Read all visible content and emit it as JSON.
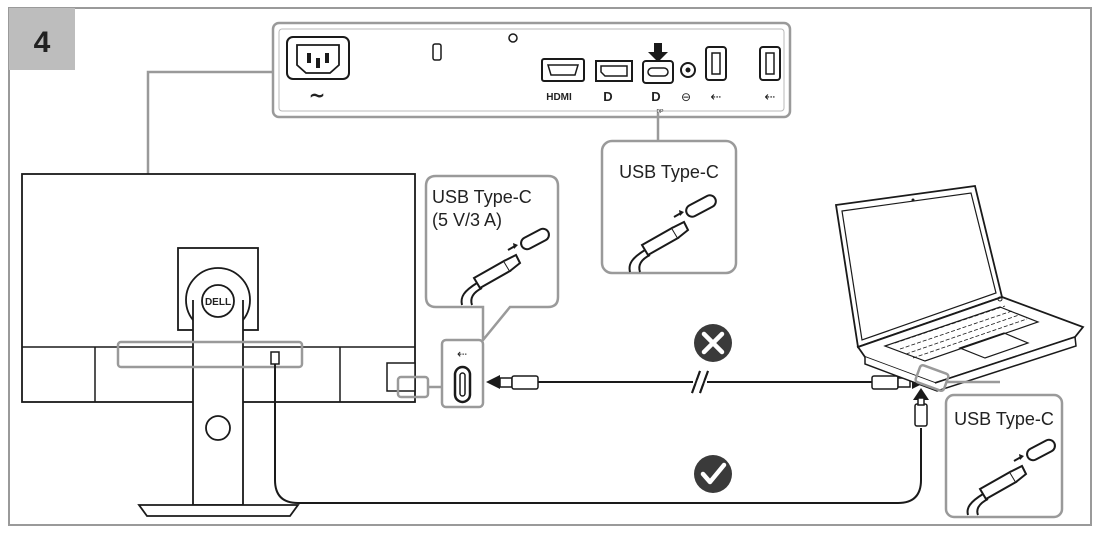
{
  "step": {
    "number": "4"
  },
  "callouts": {
    "monitor_port": {
      "title": "USB Type-C",
      "subtitle": "(5 V/3 A)"
    },
    "rear_panel_port": {
      "title": "USB Type-C"
    },
    "laptop_port": {
      "title": "USB Type-C"
    }
  },
  "rear_panel": {
    "labels": {
      "power": "~",
      "hdmi": "HDMI",
      "dp": "D",
      "usbc_dp": "D",
      "usbc_sub": "DP",
      "audio": "⊖",
      "usb_a1": "⇠",
      "usb_a2": "⇠"
    }
  },
  "connection_status": {
    "wrong_path": "incorrect",
    "right_path": "correct"
  },
  "colors": {
    "panel_bg": "#f7f7f7",
    "frame": "#9a9a9a",
    "step_bg": "#bdbdbd",
    "ink": "#1a1a1a",
    "status_badge": "#3a3a3a"
  },
  "icons": [
    "usb-icon",
    "close-icon",
    "check-icon",
    "arrow-down-icon",
    "dell-logo-icon",
    "kensington-lock-icon"
  ]
}
